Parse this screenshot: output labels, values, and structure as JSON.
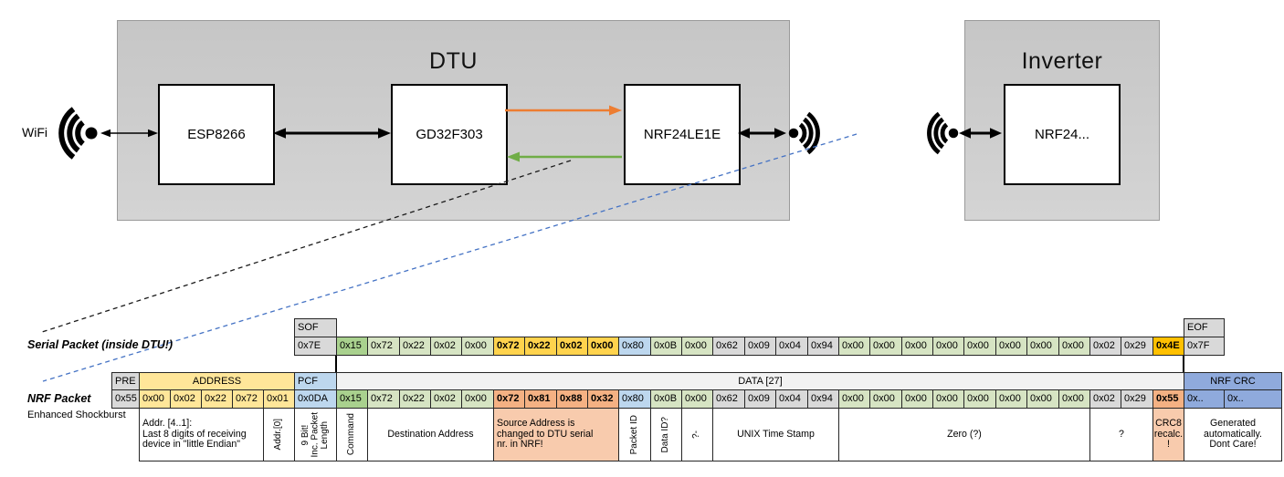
{
  "diagram": {
    "wifi_label": "WiFi",
    "dtu": {
      "title": "DTU",
      "chips": [
        "ESP8266",
        "GD32F303",
        "NRF24LE1E"
      ]
    },
    "inverter": {
      "title": "Inverter",
      "chip": "NRF24..."
    }
  },
  "colors": {
    "gy": "#D9D9D9",
    "yl": "#FFE699",
    "bl": "#BDD7EE",
    "gd": "#A9D18E",
    "gl": "#D6E4C3",
    "gold": "#FFD34D",
    "am": "#FFC000",
    "sal": "#F4B183",
    "salL": "#F8CBAD",
    "crcb": "#8FAADC",
    "hdr": "#F2F2F2",
    "orange_arrow": "#ED7D31",
    "green_arrow": "#70AD47",
    "dashed_blue": "#4472C4"
  },
  "serial_packet": {
    "label": "Serial Packet (inside DTU!)",
    "header_cells": [
      {
        "t": "SOF",
        "col": 6,
        "c": "gy"
      },
      {
        "t": "EOF",
        "col": 34,
        "c": "gy"
      }
    ],
    "byte_cells": [
      {
        "t": "0x7E",
        "col": 6,
        "c": "gy"
      },
      {
        "t": "0x15",
        "col": 7,
        "c": "gd"
      },
      {
        "t": "0x72",
        "col": 8,
        "c": "gl"
      },
      {
        "t": "0x22",
        "col": 9,
        "c": "gl"
      },
      {
        "t": "0x02",
        "col": 10,
        "c": "gl"
      },
      {
        "t": "0x00",
        "col": 11,
        "c": "gl"
      },
      {
        "t": "0x72",
        "col": 12,
        "c": "gold",
        "b": true
      },
      {
        "t": "0x22",
        "col": 13,
        "c": "gold",
        "b": true
      },
      {
        "t": "0x02",
        "col": 14,
        "c": "gold",
        "b": true
      },
      {
        "t": "0x00",
        "col": 15,
        "c": "gold",
        "b": true
      },
      {
        "t": "0x80",
        "col": 16,
        "c": "bl"
      },
      {
        "t": "0x0B",
        "col": 17,
        "c": "gl"
      },
      {
        "t": "0x00",
        "col": 18,
        "c": "gl"
      },
      {
        "t": "0x62",
        "col": 19,
        "c": "gy"
      },
      {
        "t": "0x09",
        "col": 20,
        "c": "gy"
      },
      {
        "t": "0x04",
        "col": 21,
        "c": "gy"
      },
      {
        "t": "0x94",
        "col": 22,
        "c": "gy"
      },
      {
        "t": "0x00",
        "col": 23,
        "c": "gl"
      },
      {
        "t": "0x00",
        "col": 24,
        "c": "gl"
      },
      {
        "t": "0x00",
        "col": 25,
        "c": "gl"
      },
      {
        "t": "0x00",
        "col": 26,
        "c": "gl"
      },
      {
        "t": "0x00",
        "col": 27,
        "c": "gl"
      },
      {
        "t": "0x00",
        "col": 28,
        "c": "gl"
      },
      {
        "t": "0x00",
        "col": 29,
        "c": "gl"
      },
      {
        "t": "0x00",
        "col": 30,
        "c": "gl"
      },
      {
        "t": "0x02",
        "col": 31,
        "c": "gy"
      },
      {
        "t": "0x29",
        "col": 32,
        "c": "gy"
      },
      {
        "t": "0x4E",
        "col": 33,
        "c": "am",
        "b": true
      },
      {
        "t": "0x7F",
        "col": 34,
        "c": "gy"
      }
    ]
  },
  "nrf_packet": {
    "label": "NRF Packet",
    "sublabel": "Enhanced Shockburst",
    "header_cells": [
      {
        "t": "PRE",
        "col": 0,
        "c": "gy"
      },
      {
        "t": "ADDRESS",
        "col": 1,
        "span": 5,
        "c": "yl",
        "align": "c"
      },
      {
        "t": "PCF",
        "col": 6,
        "c": "bl"
      },
      {
        "t": "DATA [27]",
        "col": 7,
        "span": 27,
        "c": "hdr",
        "align": "c"
      },
      {
        "t": "NRF CRC",
        "col": 34,
        "span": 2,
        "c": "crcb",
        "align": "c"
      }
    ],
    "byte_cells": [
      {
        "t": "0x55",
        "col": 0,
        "c": "gy"
      },
      {
        "t": "0x00",
        "col": 1,
        "c": "yl"
      },
      {
        "t": "0x02",
        "col": 2,
        "c": "yl"
      },
      {
        "t": "0x22",
        "col": 3,
        "c": "yl"
      },
      {
        "t": "0x72",
        "col": 4,
        "c": "yl"
      },
      {
        "t": "0x01",
        "col": 5,
        "c": "yl"
      },
      {
        "t": "0x0DA",
        "col": 6,
        "c": "bl"
      },
      {
        "t": "0x15",
        "col": 7,
        "c": "gd"
      },
      {
        "t": "0x72",
        "col": 8,
        "c": "gl"
      },
      {
        "t": "0x22",
        "col": 9,
        "c": "gl"
      },
      {
        "t": "0x02",
        "col": 10,
        "c": "gl"
      },
      {
        "t": "0x00",
        "col": 11,
        "c": "gl"
      },
      {
        "t": "0x72",
        "col": 12,
        "c": "sal",
        "b": true
      },
      {
        "t": "0x81",
        "col": 13,
        "c": "sal",
        "b": true
      },
      {
        "t": "0x88",
        "col": 14,
        "c": "sal",
        "b": true
      },
      {
        "t": "0x32",
        "col": 15,
        "c": "sal",
        "b": true
      },
      {
        "t": "0x80",
        "col": 16,
        "c": "bl"
      },
      {
        "t": "0x0B",
        "col": 17,
        "c": "gl"
      },
      {
        "t": "0x00",
        "col": 18,
        "c": "gl"
      },
      {
        "t": "0x62",
        "col": 19,
        "c": "gy"
      },
      {
        "t": "0x09",
        "col": 20,
        "c": "gy"
      },
      {
        "t": "0x04",
        "col": 21,
        "c": "gy"
      },
      {
        "t": "0x94",
        "col": 22,
        "c": "gy"
      },
      {
        "t": "0x00",
        "col": 23,
        "c": "gl"
      },
      {
        "t": "0x00",
        "col": 24,
        "c": "gl"
      },
      {
        "t": "0x00",
        "col": 25,
        "c": "gl"
      },
      {
        "t": "0x00",
        "col": 26,
        "c": "gl"
      },
      {
        "t": "0x00",
        "col": 27,
        "c": "gl"
      },
      {
        "t": "0x00",
        "col": 28,
        "c": "gl"
      },
      {
        "t": "0x00",
        "col": 29,
        "c": "gl"
      },
      {
        "t": "0x00",
        "col": 30,
        "c": "gl"
      },
      {
        "t": "0x02",
        "col": 31,
        "c": "gy"
      },
      {
        "t": "0x29",
        "col": 32,
        "c": "gy"
      },
      {
        "t": "0x55",
        "col": 33,
        "c": "sal",
        "b": true
      },
      {
        "t": "0x..",
        "col": 34,
        "c": "crcb"
      },
      {
        "t": "0x..",
        "col": 35,
        "c": "crcb"
      }
    ],
    "annotation_cells": [
      {
        "t": "Addr. [4..1]:\nLast 8 digits of receiving\ndevice in \"little Endian\"",
        "col": 1,
        "span": 4
      },
      {
        "t": "Addr.[0]",
        "col": 5,
        "v": true
      },
      {
        "t": "9 Bit!\nInc. Packet\nLength",
        "col": 6,
        "v": true
      },
      {
        "t": "Command",
        "col": 7,
        "v": true
      },
      {
        "t": "Destination Address",
        "col": 8,
        "span": 4,
        "align": "c"
      },
      {
        "t": "Source Address is\nchanged to DTU serial\nnr. in NRF!",
        "col": 12,
        "span": 4,
        "c": "salL"
      },
      {
        "t": "Packet ID",
        "col": 16,
        "v": true
      },
      {
        "t": "Data ID?",
        "col": 17,
        "v": true
      },
      {
        "t": "?-",
        "col": 18,
        "v": true
      },
      {
        "t": "UNIX Time Stamp",
        "col": 19,
        "span": 4,
        "align": "c"
      },
      {
        "t": "Zero (?)",
        "col": 23,
        "span": 8,
        "align": "c"
      },
      {
        "t": "?",
        "col": 31,
        "span": 2,
        "align": "c"
      },
      {
        "t": "CRC8\nrecalc.\n!",
        "col": 33,
        "c": "salL",
        "align": "c"
      },
      {
        "t": "Generated\nautomatically.\nDont Care!",
        "col": 34,
        "span": 2,
        "align": "c"
      }
    ]
  }
}
